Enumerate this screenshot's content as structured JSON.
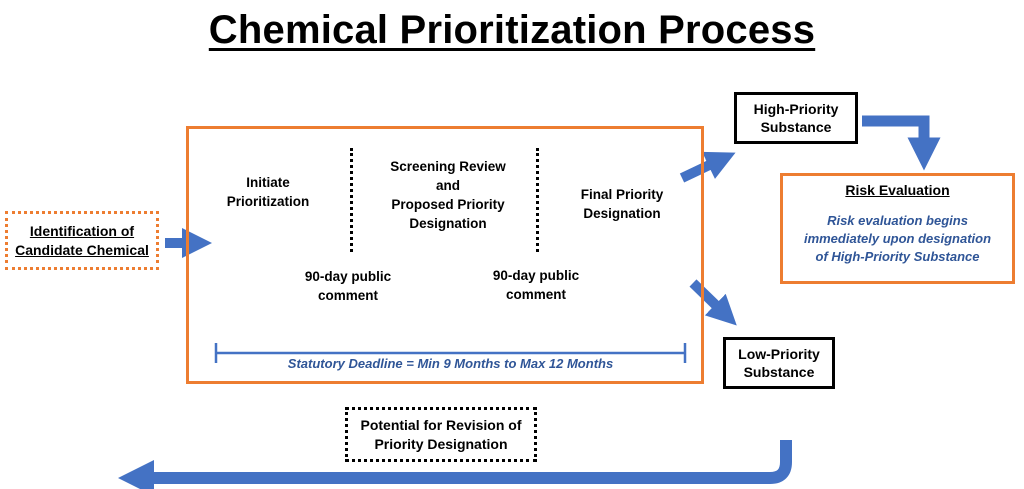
{
  "title": "Chemical Prioritization Process",
  "identification": {
    "line1": "Identification of",
    "line2": "Candidate Chemical"
  },
  "steps": {
    "initiate": {
      "line1": "Initiate",
      "line2": "Prioritization"
    },
    "screening": {
      "line1": "Screening Review",
      "line2": "and",
      "line3": "Proposed Priority",
      "line4": "Designation"
    },
    "final": {
      "line1": "Final Priority",
      "line2": "Designation"
    }
  },
  "comments": {
    "first": {
      "line1": "90-day public",
      "line2": "comment"
    },
    "second": {
      "line1": "90-day public",
      "line2": "comment"
    }
  },
  "deadline": "Statutory Deadline = Min 9 Months to Max 12 Months",
  "high_priority": {
    "line1": "High-Priority",
    "line2": "Substance"
  },
  "low_priority": {
    "line1": "Low-Priority",
    "line2": "Substance"
  },
  "risk_evaluation": {
    "title": "Risk Evaluation",
    "line1": "Risk evaluation begins",
    "line2": "immediately upon designation",
    "line3": "of High-Priority Substance"
  },
  "revision": {
    "line1": "Potential for Revision of",
    "line2": "Priority Designation"
  },
  "colors": {
    "arrow_blue": "#4472C4",
    "box_orange": "#ED7D31",
    "text_blue": "#2F5597"
  }
}
